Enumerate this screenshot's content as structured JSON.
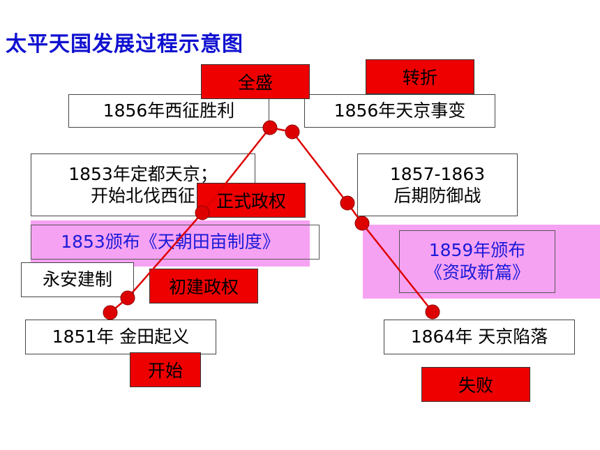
{
  "title": "太平天国发展过程示意图",
  "events": {
    "e1851": "1851年 金田起义",
    "yongan": "永安建制",
    "e1853_line1": "1853年定都天京；",
    "e1853_line2": "开始北伐西征",
    "e1856_west": "1856年西征胜利",
    "e1856_incident": "1856年天京事变",
    "defense_line1": "1857-1863",
    "defense_line2": "后期防御战",
    "e1864": "1864年 天京陷落"
  },
  "documents": {
    "tianchao": "1853颁布《天朝田亩制度》",
    "zizheng_line1": "1859年颁布",
    "zizheng_line2": "《资政新篇》"
  },
  "stages": {
    "start": "开始",
    "initial": "初建政权",
    "formal": "正式政权",
    "peak": "全盛",
    "turn": "转折",
    "fail": "失败"
  },
  "colors": {
    "title": "#1010d0",
    "line": "#dd0000",
    "tag": "#ee0000",
    "highlight": "#f6a2f3",
    "doc_text": "#1a1ad8"
  }
}
